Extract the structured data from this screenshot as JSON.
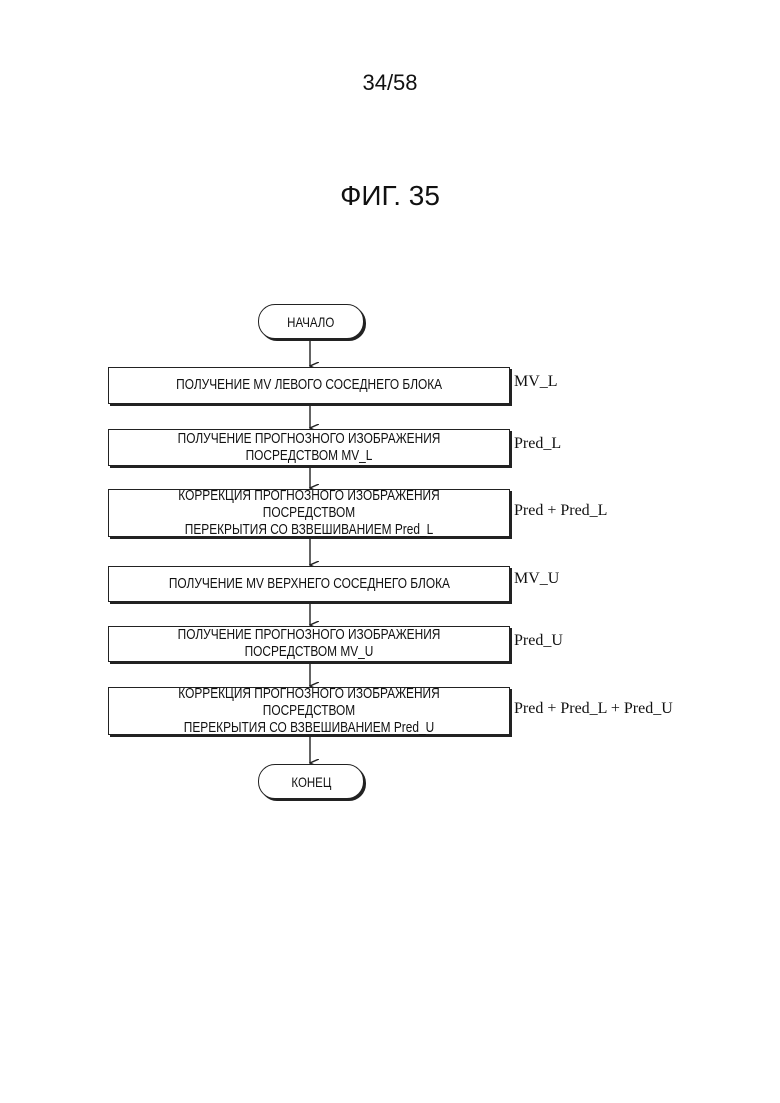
{
  "header": {
    "page_number": "34/58",
    "figure_title": "ФИГ. 35"
  },
  "flowchart": {
    "start": "НАЧАЛО",
    "end": "КОНЕЦ",
    "steps": [
      {
        "text": "ПОЛУЧЕНИЕ MV ЛЕВОГО СОСЕДНЕГО БЛОКА",
        "label": "MV_L"
      },
      {
        "text": "ПОЛУЧЕНИЕ ПРОГНОЗНОГО ИЗОБРАЖЕНИЯ ПОСРЕДСТВОМ MV_L",
        "label": "Pred_L"
      },
      {
        "text": "КОРРЕКЦИЯ ПРОГНОЗНОГО ИЗОБРАЖЕНИЯ ПОСРЕДСТВОМ\nПЕРЕКРЫТИЯ СО ВЗВЕШИВАНИЕМ Pred_L",
        "label": "Pred + Pred_L"
      },
      {
        "text": "ПОЛУЧЕНИЕ MV ВЕРХНЕГО СОСЕДНЕГО БЛОКА",
        "label": "MV_U"
      },
      {
        "text": "ПОЛУЧЕНИЕ ПРОГНОЗНОГО ИЗОБРАЖЕНИЯ ПОСРЕДСТВОМ MV_U",
        "label": "Pred_U"
      },
      {
        "text": "КОРРЕКЦИЯ ПРОГНОЗНОГО ИЗОБРАЖЕНИЯ ПОСРЕДСТВОМ\nПЕРЕКРЫТИЯ СО ВЗВЕШИВАНИЕМ Pred_U",
        "label": "Pred + Pred_L + Pred_U"
      }
    ]
  }
}
